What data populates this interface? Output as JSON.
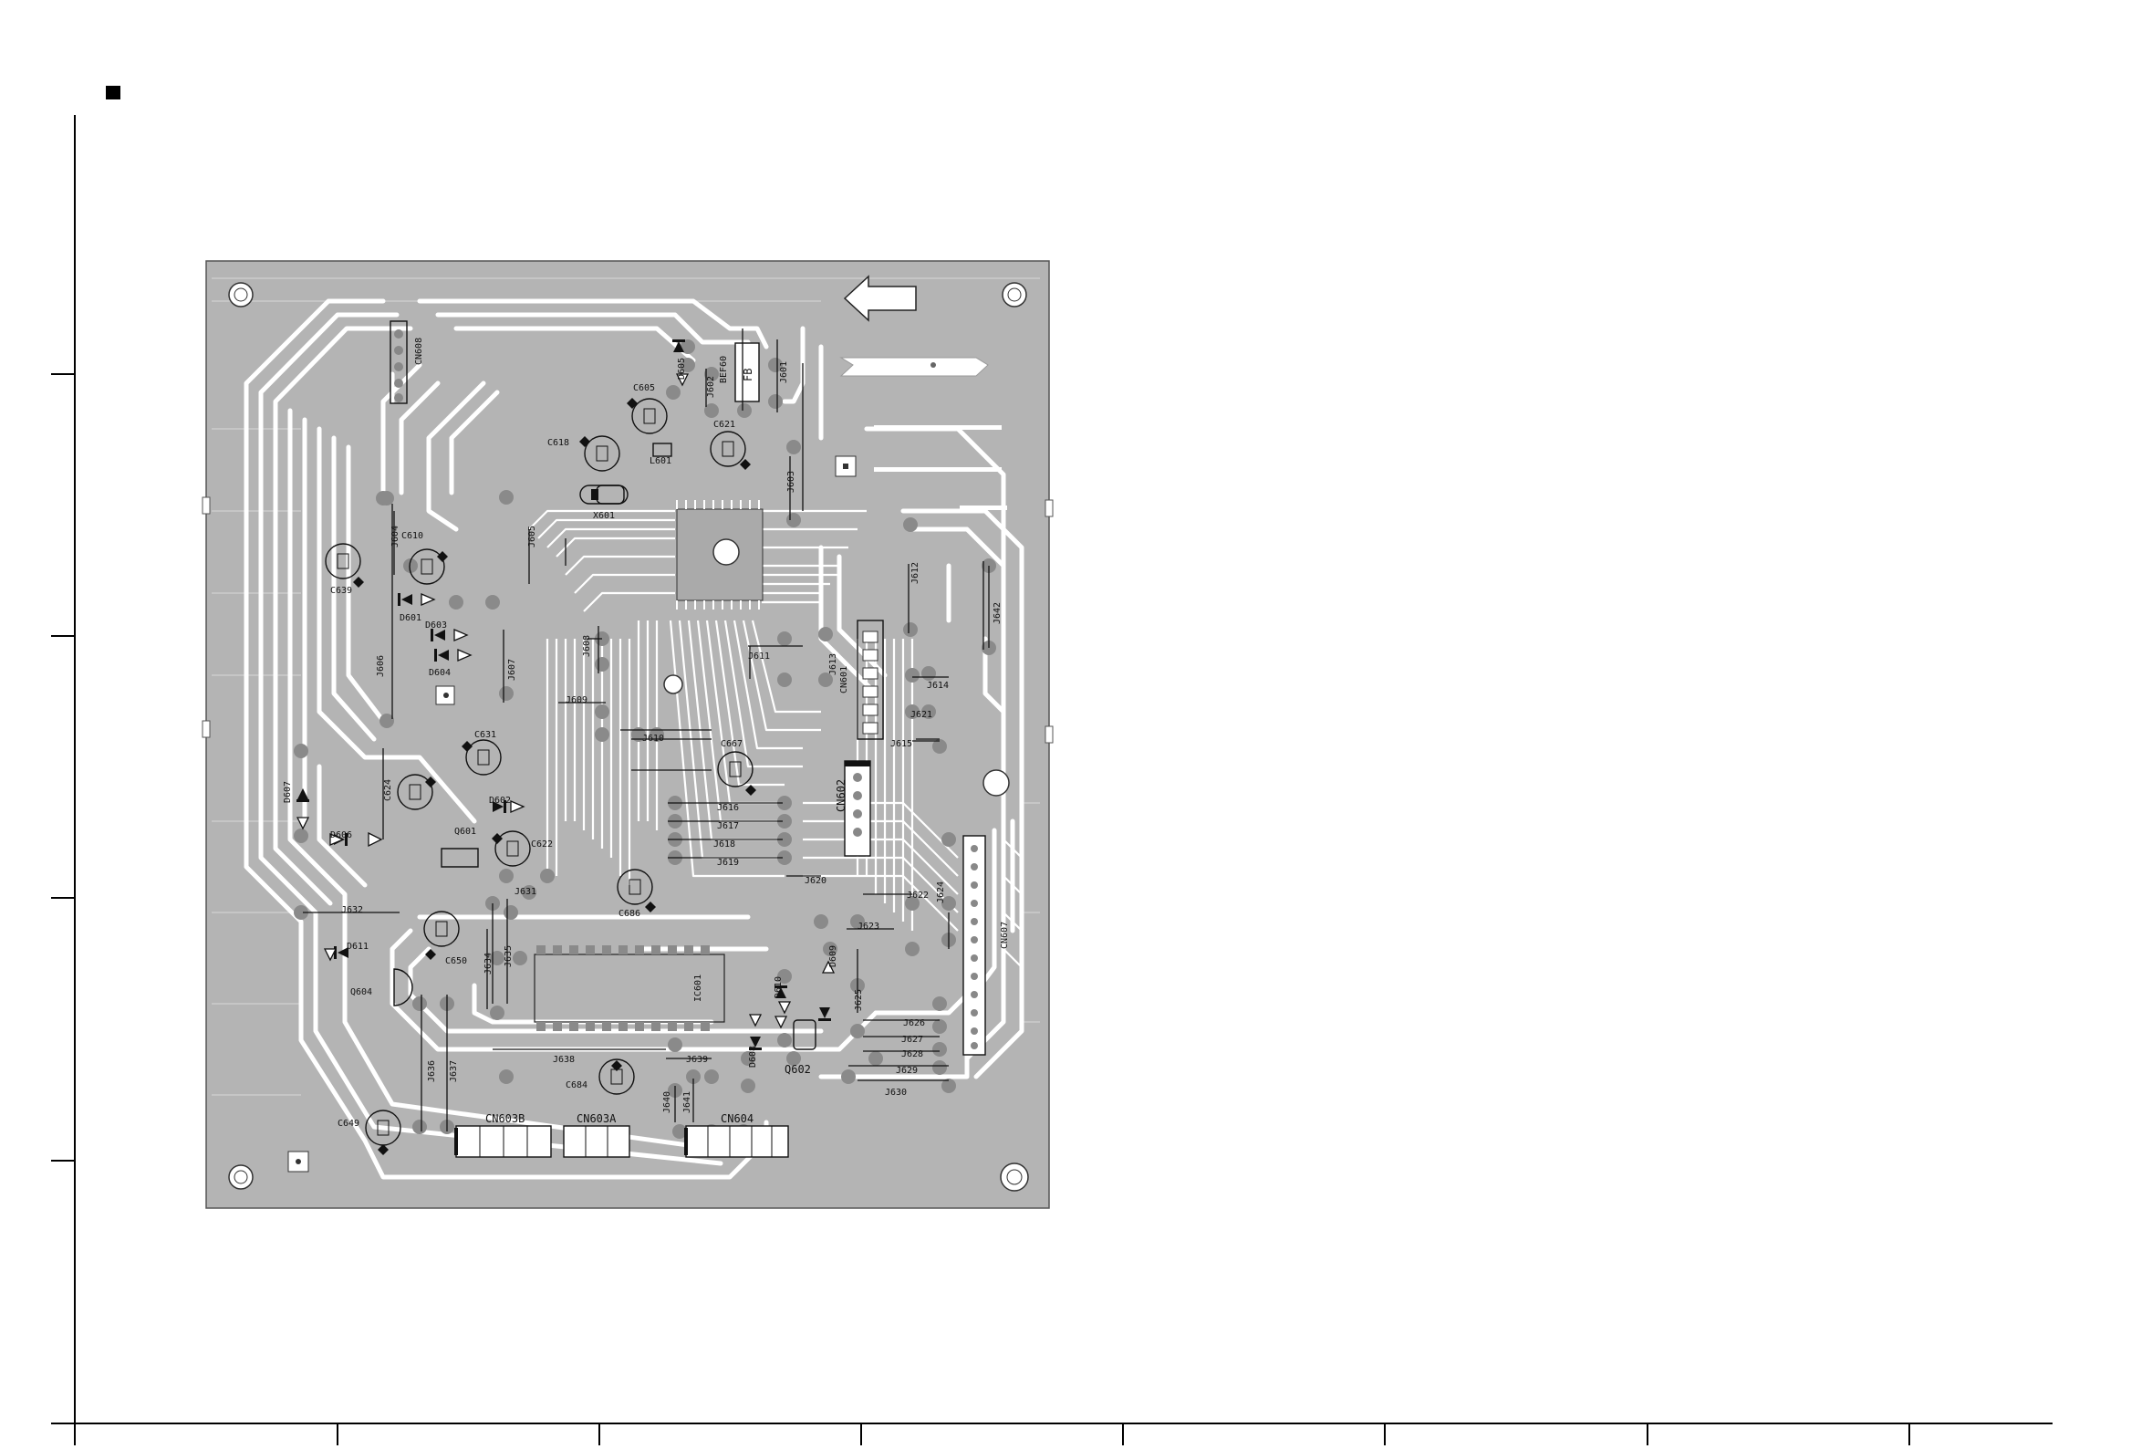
{
  "page": {
    "marker": "■"
  },
  "board": {
    "connectors": [
      {
        "ref": "CN603B"
      },
      {
        "ref": "CN603A"
      },
      {
        "ref": "CN604"
      },
      {
        "ref": "CN602"
      },
      {
        "ref": "CN601"
      },
      {
        "ref": "CN607"
      },
      {
        "ref": "CN608"
      }
    ],
    "capacitors": [
      "C605",
      "C618",
      "C621",
      "C610",
      "C639",
      "C624",
      "C631",
      "C622",
      "C667",
      "C686",
      "C650",
      "C649",
      "C684"
    ],
    "diodes": [
      "D601",
      "D603",
      "D604",
      "D602",
      "D606",
      "D607",
      "D611",
      "D609",
      "D610",
      "D605"
    ],
    "transistors": [
      "Q601",
      "Q602",
      "Q604"
    ],
    "ics": [
      "IC601"
    ],
    "crystal": "X601",
    "coil": "L601",
    "fuse_mark": "FB",
    "jumpers": [
      "J601",
      "J602",
      "J603",
      "J604",
      "J605",
      "J606",
      "J607",
      "J608",
      "J609",
      "J610",
      "J611",
      "J612",
      "J613",
      "J614",
      "J615",
      "J616",
      "J617",
      "J618",
      "J619",
      "J620",
      "J621",
      "J622",
      "J623",
      "J624",
      "J625",
      "J626",
      "J627",
      "J628",
      "J629",
      "J630",
      "J631",
      "J632",
      "J634",
      "J635",
      "J636",
      "J637",
      "J638",
      "J639",
      "J640",
      "J641",
      "J642"
    ]
  },
  "colors": {
    "board_fill": "#b4b4b4",
    "copper_highlight": "#ffffff",
    "frame": "#000000",
    "background": "#ffffff"
  }
}
